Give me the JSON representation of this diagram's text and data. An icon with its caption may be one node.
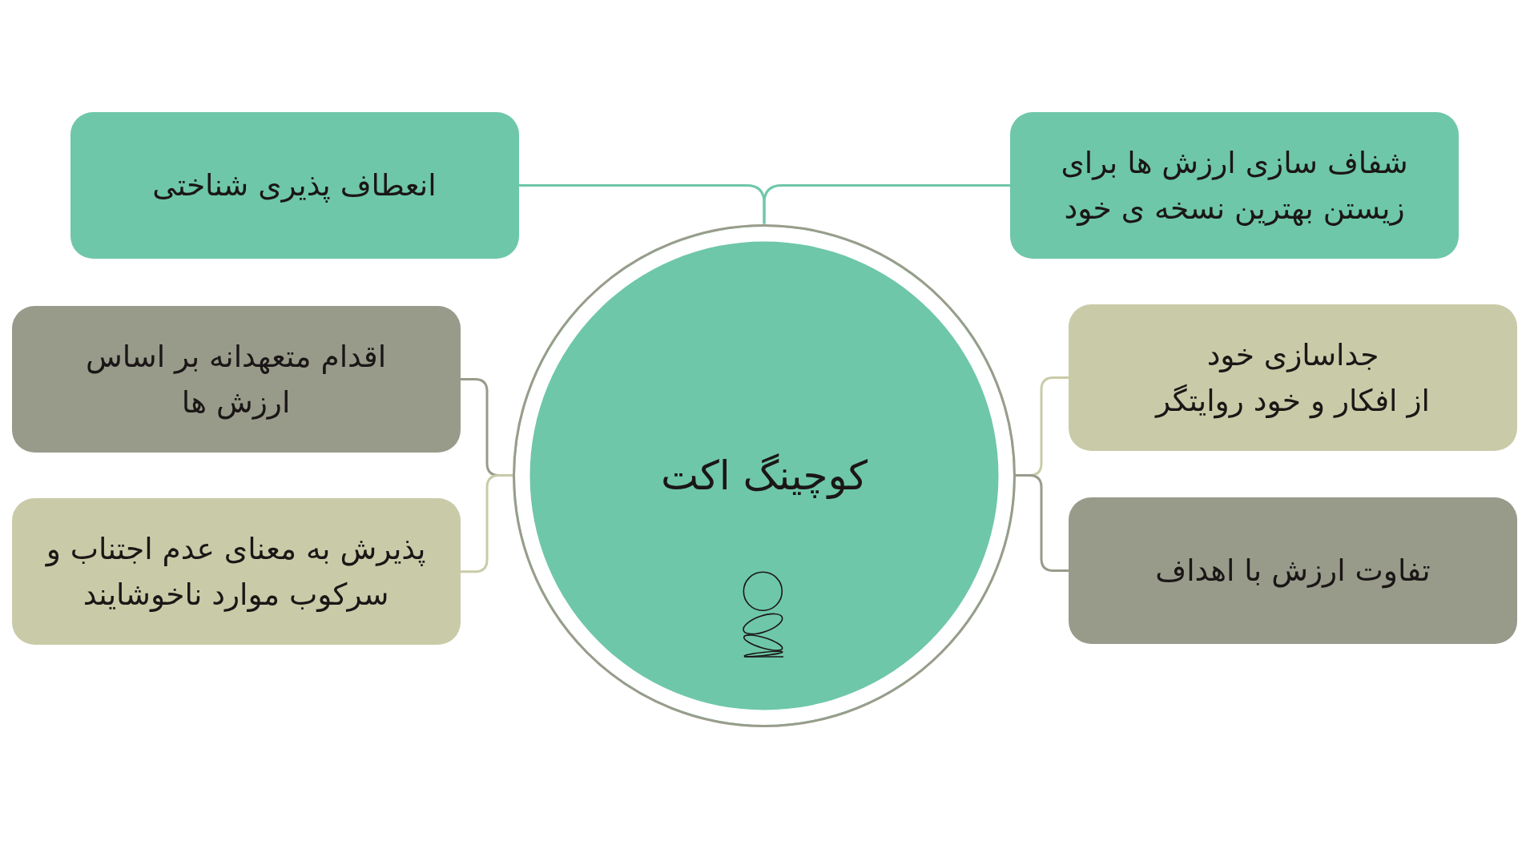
{
  "diagram": {
    "nodes": [
      {
        "text": [
          "کوچینگ اکت"
        ]
      },
      {
        "text": [
          "شفاف سازی ارزش ها برای زیستن بهترین نسخه ی خود"
        ]
      },
      {
        "text": [
          "انعطاف پذیری شناختی"
        ]
      },
      {
        "text": [
          "جداسازی خود از افکار و خود روایتگر"
        ]
      },
      {
        "text": [
          "اقدام متعهدانه بر اساس ارزش ها"
        ]
      },
      {
        "text": [
          "تفاوت ارزش با اهداف"
        ]
      },
      {
        "text": [
          "پذیرش به معنای عدم اجتناب و سرکوب موارد ناخوشایند"
        ]
      }
    ],
    "edges": [
      {
        "from": 0,
        "to": 1,
        "arrow": "none",
        "color": "#6ec7a8"
      },
      {
        "from": 0,
        "to": 2,
        "arrow": "none",
        "color": "#6ec7a8"
      },
      {
        "from": 0,
        "to": 3,
        "arrow": "none",
        "color": "#c9cba8"
      },
      {
        "from": 0,
        "to": 4,
        "arrow": "none",
        "color": "#989b8a"
      },
      {
        "from": 0,
        "to": 5,
        "arrow": "none",
        "color": "#989b8a"
      },
      {
        "from": 0,
        "to": 6,
        "arrow": "none",
        "color": "#c9cba8"
      }
    ]
  }
}
